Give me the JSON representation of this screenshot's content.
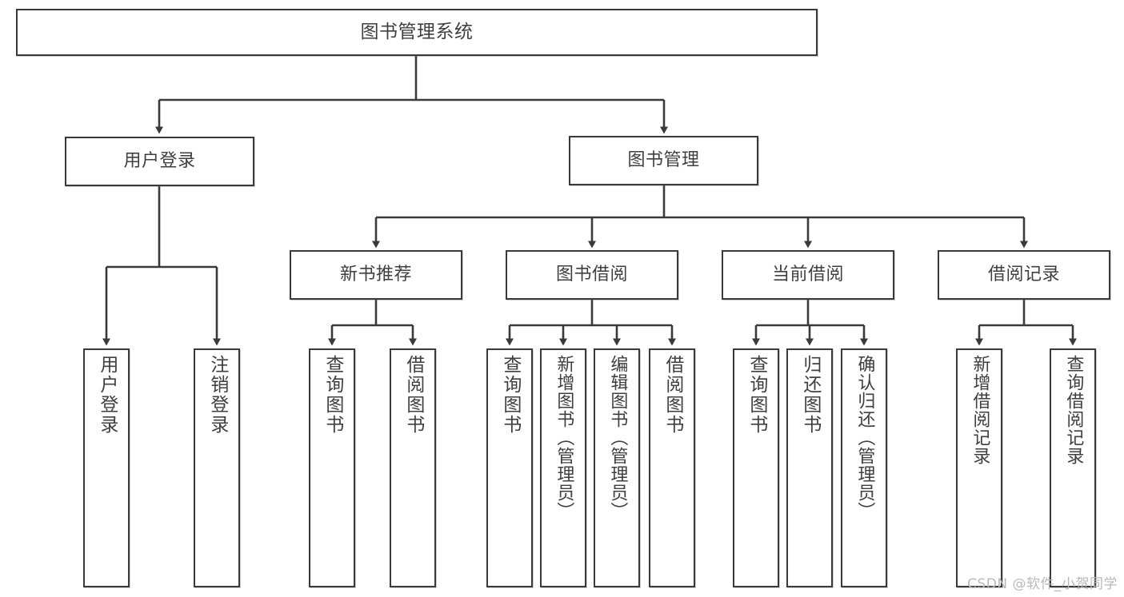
{
  "diagram": {
    "title": "图书管理系统",
    "type": "tree",
    "root": {
      "label": "图书管理系统"
    },
    "level2": [
      {
        "label": "用户登录"
      },
      {
        "label": "图书管理"
      }
    ],
    "level3": [
      {
        "label": "新书推荐"
      },
      {
        "label": "图书借阅"
      },
      {
        "label": "当前借阅"
      },
      {
        "label": "借阅记录"
      }
    ],
    "leaves": {
      "user_login": [
        {
          "label": "用户登录"
        },
        {
          "label": "注销登录"
        }
      ],
      "new_book_recommend": [
        {
          "label": "查询图书"
        },
        {
          "label": "借阅图书"
        }
      ],
      "book_borrow": [
        {
          "label": "查询图书"
        },
        {
          "label": "新增图书（管理员）"
        },
        {
          "label": "编辑图书（管理员）"
        },
        {
          "label": "借阅图书"
        }
      ],
      "current_borrow": [
        {
          "label": "查询图书"
        },
        {
          "label": "归还图书"
        },
        {
          "label": "确认归还（管理员）"
        }
      ],
      "borrow_record": [
        {
          "label": "新增借阅记录"
        },
        {
          "label": "查询借阅记录"
        }
      ]
    }
  },
  "watermark": {
    "text": "CSDN @软件_小贺同学"
  },
  "colors": {
    "border": "#3a3a3a",
    "text": "#3f3f3f",
    "background": "#ffffff",
    "wire": "#3a3a3a",
    "watermark": "#b9b9b9"
  }
}
